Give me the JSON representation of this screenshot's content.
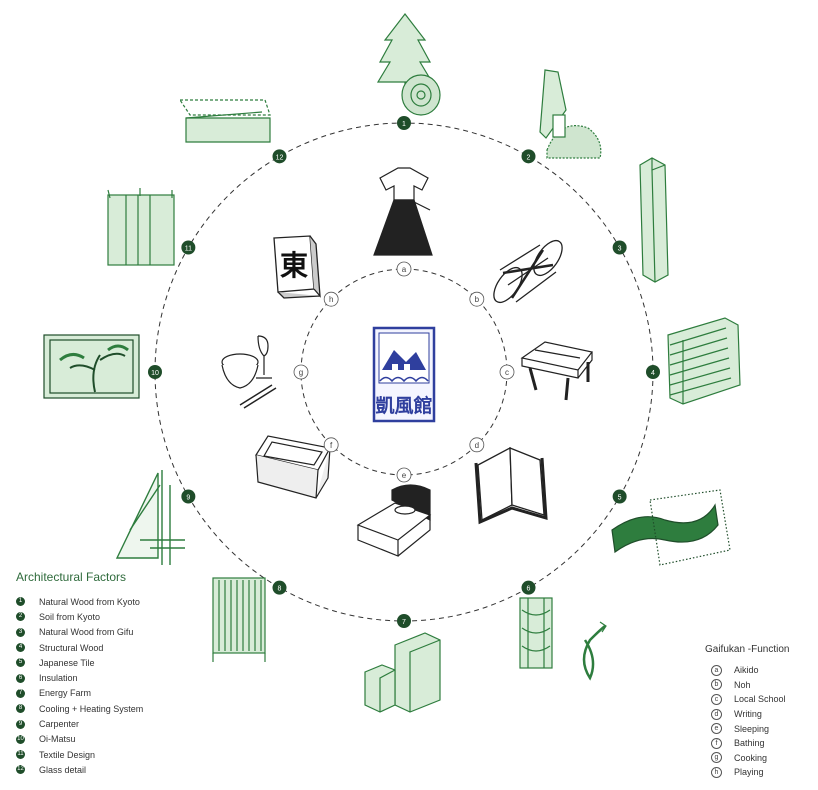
{
  "colors": {
    "green": "#2e7d3e",
    "dark_green": "#1f4d2a",
    "badge_blue": "#2f3f9e",
    "ink": "#222222"
  },
  "center_badge": {
    "text": "凱風館",
    "icon": "gaifukan-building-badge"
  },
  "outer_ring": [
    {
      "n": "1",
      "icon": "tree-log-icon"
    },
    {
      "n": "2",
      "icon": "soil-trowel-icon"
    },
    {
      "n": "3",
      "icon": "wood-column-icon"
    },
    {
      "n": "4",
      "icon": "stacked-beams-icon"
    },
    {
      "n": "5",
      "icon": "roof-tile-icon"
    },
    {
      "n": "6",
      "icon": "insulation-wall-icon"
    },
    {
      "n": "7",
      "icon": "energy-farm-units-icon"
    },
    {
      "n": "8",
      "icon": "radiator-panel-icon"
    },
    {
      "n": "9",
      "icon": "carpenter-frame-icon"
    },
    {
      "n": "10",
      "icon": "oi-matsu-pine-panel-icon"
    },
    {
      "n": "11",
      "icon": "textile-panel-icon"
    },
    {
      "n": "12",
      "icon": "glass-detail-icon"
    }
  ],
  "inner_ring": [
    {
      "letter": "a",
      "icon": "aikido-hakama-icon"
    },
    {
      "letter": "b",
      "icon": "noh-drum-icon"
    },
    {
      "letter": "c",
      "icon": "school-desk-icon"
    },
    {
      "letter": "d",
      "icon": "book-icon"
    },
    {
      "letter": "e",
      "icon": "bed-icon"
    },
    {
      "letter": "f",
      "icon": "bathtub-icon"
    },
    {
      "letter": "g",
      "icon": "rice-bowl-wine-icon"
    },
    {
      "letter": "h",
      "icon": "mahjong-tile-icon",
      "glyph": "東"
    }
  ],
  "legend_factors": {
    "title": "Architectural Factors",
    "items": [
      {
        "n": "1",
        "label": "Natural Wood from Kyoto"
      },
      {
        "n": "2",
        "label": "Soil from Kyoto"
      },
      {
        "n": "3",
        "label": "Natural Wood from Gifu"
      },
      {
        "n": "4",
        "label": "Structural Wood"
      },
      {
        "n": "5",
        "label": "Japanese Tile"
      },
      {
        "n": "6",
        "label": "Insulation"
      },
      {
        "n": "7",
        "label": "Energy Farm"
      },
      {
        "n": "8",
        "label": "Cooling + Heating System"
      },
      {
        "n": "9",
        "label": "Carpenter"
      },
      {
        "n": "10",
        "label": "Oi-Matsu"
      },
      {
        "n": "11",
        "label": "Textile Design"
      },
      {
        "n": "12",
        "label": "Glass detail"
      }
    ]
  },
  "legend_functions": {
    "title": "Gaifukan -Function",
    "items": [
      {
        "letter": "a",
        "label": "Aikido"
      },
      {
        "letter": "b",
        "label": "Noh"
      },
      {
        "letter": "c",
        "label": "Local School"
      },
      {
        "letter": "d",
        "label": "Writing"
      },
      {
        "letter": "e",
        "label": "Sleeping"
      },
      {
        "letter": "f",
        "label": "Bathing"
      },
      {
        "letter": "g",
        "label": "Cooking"
      },
      {
        "letter": "h",
        "label": "Playing"
      }
    ]
  }
}
